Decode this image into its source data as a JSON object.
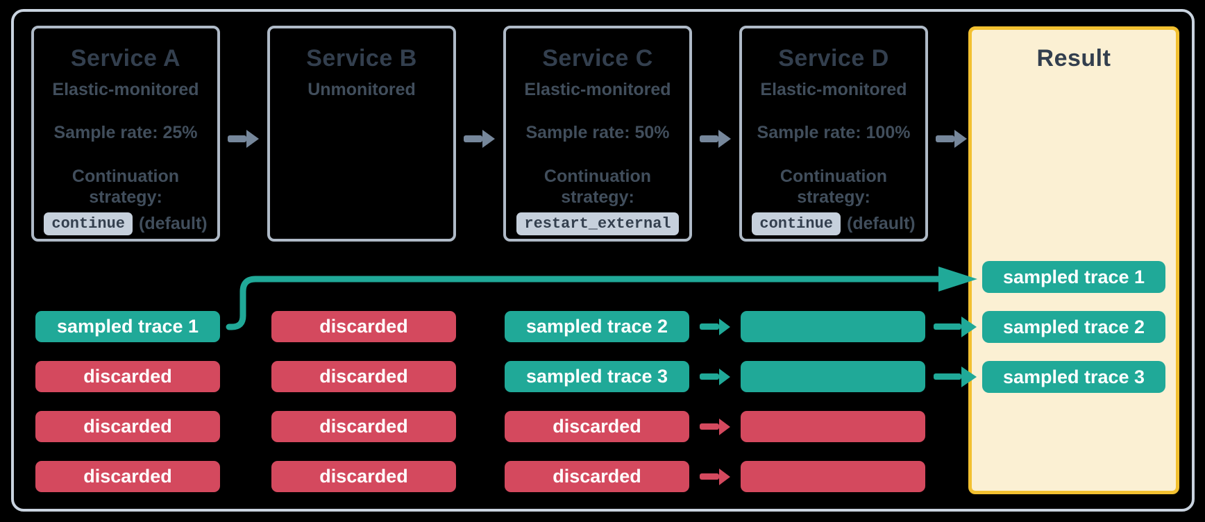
{
  "colors": {
    "teal": "#20A998",
    "red": "#D4495E",
    "arrow_gray": "#76879B",
    "frame_border": "#C9D3DF",
    "box_border": "#AFBAC7",
    "title_text": "#333F4E",
    "body_text": "#414E5C",
    "chip_bg": "#C6D0DC",
    "chip_text": "#333F4E",
    "result_bg": "#FBF0D3",
    "result_border": "#F2C030"
  },
  "services": [
    {
      "title": "Service A",
      "monitoring": "Elastic-monitored",
      "sample_rate": "Sample rate: 25%",
      "strategy_label": "Continuation strategy:",
      "strategy_code": "continue",
      "strategy_suffix": "(default)"
    },
    {
      "title": "Service B",
      "monitoring": "Unmonitored"
    },
    {
      "title": "Service C",
      "monitoring": "Elastic-monitored",
      "sample_rate": "Sample rate: 50%",
      "strategy_label": "Continuation strategy:",
      "strategy_code": "restart_external"
    },
    {
      "title": "Service D",
      "monitoring": "Elastic-monitored",
      "sample_rate": "Sample rate: 100%",
      "strategy_label": "Continuation strategy:",
      "strategy_code": "continue",
      "strategy_suffix": "(default)"
    }
  ],
  "trace_columns": [
    {
      "service": "Service A",
      "pills": [
        {
          "label": "sampled trace 1",
          "type": "sampled",
          "to_result": true
        },
        {
          "label": "discarded",
          "type": "discarded"
        },
        {
          "label": "discarded",
          "type": "discarded"
        },
        {
          "label": "discarded",
          "type": "discarded"
        }
      ]
    },
    {
      "service": "Service B",
      "pills": [
        {
          "label": "discarded",
          "type": "discarded"
        },
        {
          "label": "discarded",
          "type": "discarded"
        },
        {
          "label": "discarded",
          "type": "discarded"
        },
        {
          "label": "discarded",
          "type": "discarded"
        }
      ]
    },
    {
      "service": "Service C",
      "pills": [
        {
          "label": "sampled trace 2",
          "type": "sampled",
          "arrow_to_next": true
        },
        {
          "label": "sampled trace 3",
          "type": "sampled",
          "arrow_to_next": true
        },
        {
          "label": "discarded",
          "type": "discarded",
          "arrow_to_next": true
        },
        {
          "label": "discarded",
          "type": "discarded",
          "arrow_to_next": true
        }
      ]
    },
    {
      "service": "Service D",
      "pills": [
        {
          "label": "",
          "type": "sampled",
          "to_result": true
        },
        {
          "label": "",
          "type": "sampled",
          "to_result": true
        },
        {
          "label": "",
          "type": "discarded"
        },
        {
          "label": "",
          "type": "discarded"
        }
      ]
    }
  ],
  "result": {
    "title": "Result",
    "pills": [
      "sampled trace 1",
      "sampled trace 2",
      "sampled trace 3"
    ]
  }
}
